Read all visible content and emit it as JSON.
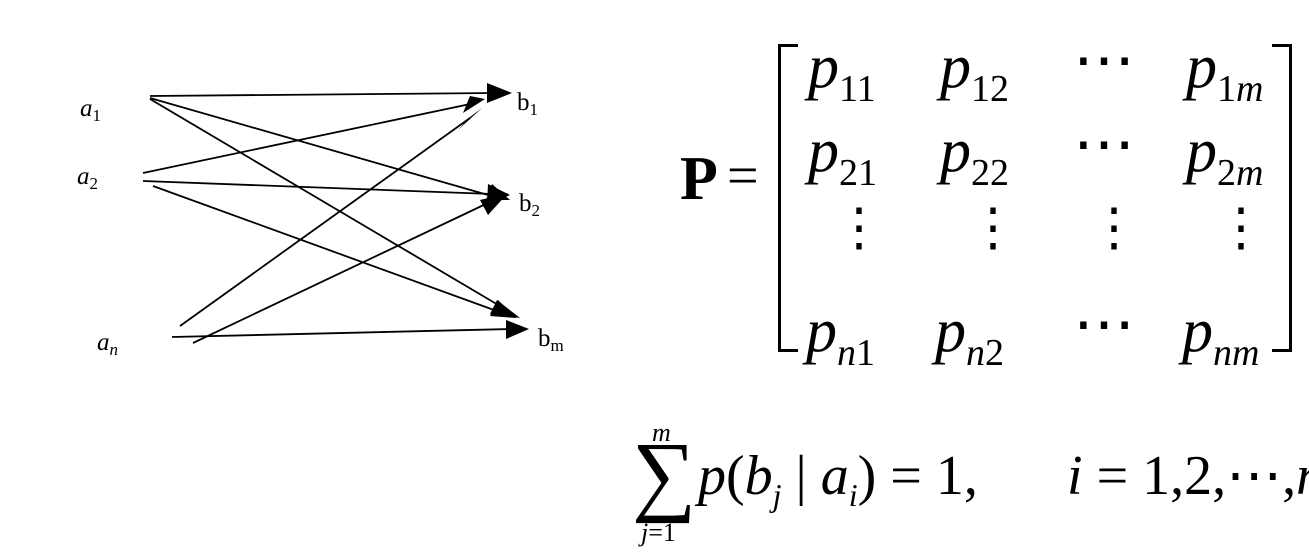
{
  "diagram": {
    "inputs": [
      {
        "sym": "a",
        "sub": "1"
      },
      {
        "sym": "a",
        "sub": "2"
      },
      {
        "sym": "a",
        "sub": "n"
      }
    ],
    "outputs": [
      {
        "sym": "b",
        "sub": "1"
      },
      {
        "sym": "b",
        "sub": "2"
      },
      {
        "sym": "b",
        "sub": "m"
      }
    ]
  },
  "matrix": {
    "label": "P",
    "equals": "=",
    "rows": [
      [
        {
          "p": "p",
          "s1": "1",
          "s2": "1"
        },
        {
          "p": "p",
          "s1": "1",
          "s2": "2"
        },
        {
          "dots": "⋯"
        },
        {
          "p": "p",
          "s1": "1",
          "s2": "m"
        }
      ],
      [
        {
          "p": "p",
          "s1": "2",
          "s2": "1"
        },
        {
          "p": "p",
          "s1": "2",
          "s2": "2"
        },
        {
          "dots": "⋯"
        },
        {
          "p": "p",
          "s1": "2",
          "s2": "m"
        }
      ],
      [
        {
          "p": "p",
          "s1": "n",
          "s2": "1"
        },
        {
          "p": "p",
          "s1": "n",
          "s2": "2"
        },
        {
          "dots": "⋯"
        },
        {
          "p": "p",
          "s1": "n",
          "s2": "m"
        }
      ]
    ],
    "vdots": "⋮"
  },
  "formula": {
    "sum_symbol": "∑",
    "upper": "m",
    "lower_var": "j",
    "lower_rest": "=1",
    "p": "p",
    "open": "(",
    "b": "b",
    "j": "j",
    "bar": " | ",
    "a": "a",
    "i": "i",
    "close": ") = 1,",
    "cond_var": "i",
    "cond_rest": " = 1,2,⋯,",
    "cond_n": "n"
  }
}
